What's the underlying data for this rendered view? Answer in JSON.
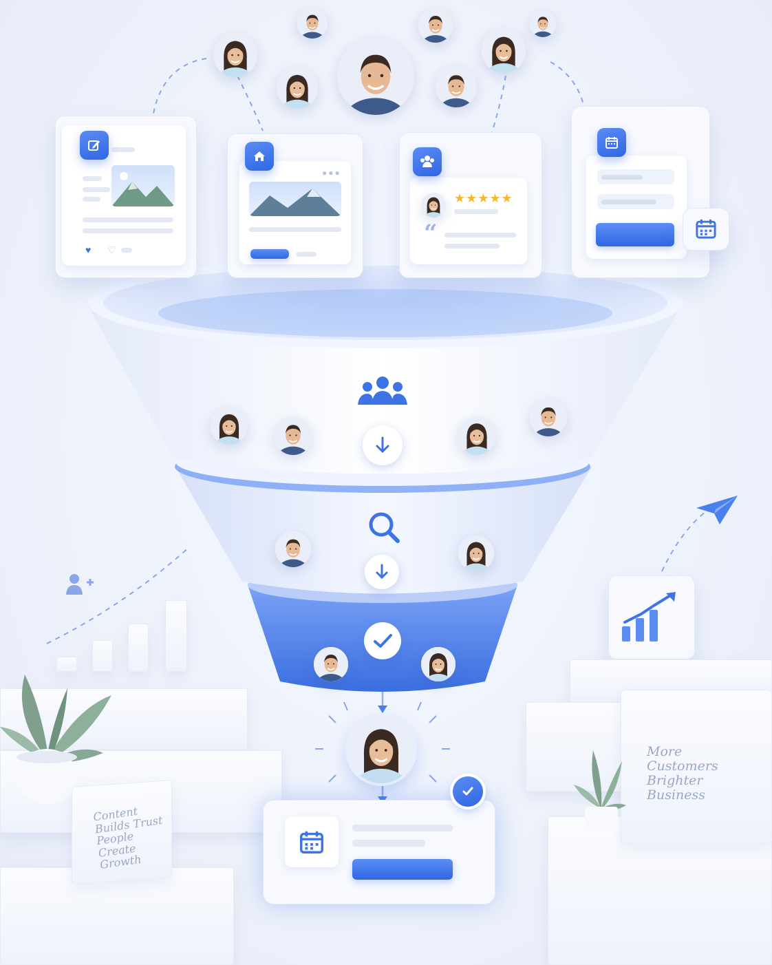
{
  "content_note": {
    "lines": [
      "Content",
      "Builds Trust",
      "People",
      "Create Growth"
    ]
  },
  "growth_note": {
    "lines": [
      "More",
      "Customers",
      "Brighter",
      "Business"
    ]
  },
  "review_card": {
    "stars": "★★★★★",
    "quote_mark": "“"
  },
  "colors": {
    "primary": "#2f66e3",
    "primary_light": "#5b8cf4",
    "star": "#f5b731",
    "background": "#eef2fb"
  },
  "icons": {
    "post_card": "edit-icon",
    "page_card": "home-icon",
    "review_card": "users-icon",
    "booking_card": "calendar-icon",
    "funnel_top": "people-group-icon",
    "funnel_middle": "search-icon",
    "funnel_bottom": "check-icon",
    "add_user": "add-user-icon",
    "growth": "growth-chart-icon",
    "send": "paper-plane-icon",
    "final_check": "check-badge-icon"
  }
}
